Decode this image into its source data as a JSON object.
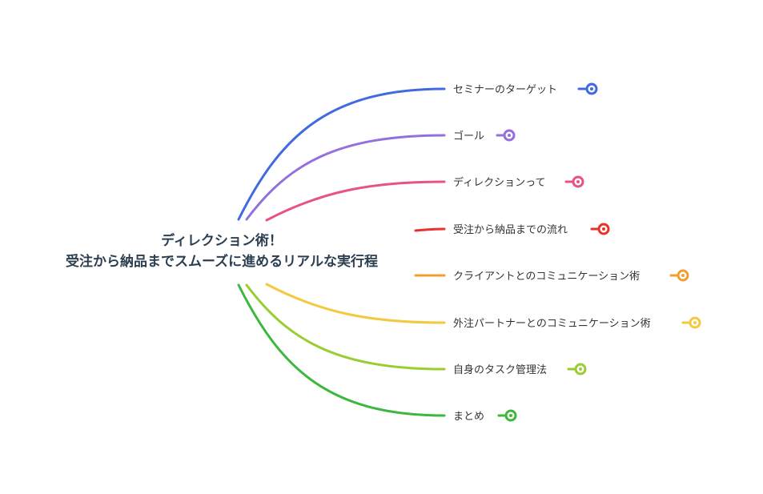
{
  "root": {
    "line1": "ディレクション術！",
    "line2": "受注から納品までスムーズに進めるリアルな実行程"
  },
  "branches": [
    {
      "label": "セミナーのターゲット",
      "color": "#4169e1"
    },
    {
      "label": "ゴール",
      "color": "#9370db"
    },
    {
      "label": "ディレクションって",
      "color": "#e75480"
    },
    {
      "label": "受注から納品までの流れ",
      "color": "#e8332a"
    },
    {
      "label": "クライアントとのコミュニケーション術",
      "color": "#f0a030"
    },
    {
      "label": "外注パートナーとのコミュニケーション術",
      "color": "#f5c842"
    },
    {
      "label": "自身のタスク管理法",
      "color": "#9acd32"
    },
    {
      "label": "まとめ",
      "color": "#3cb83c"
    }
  ]
}
